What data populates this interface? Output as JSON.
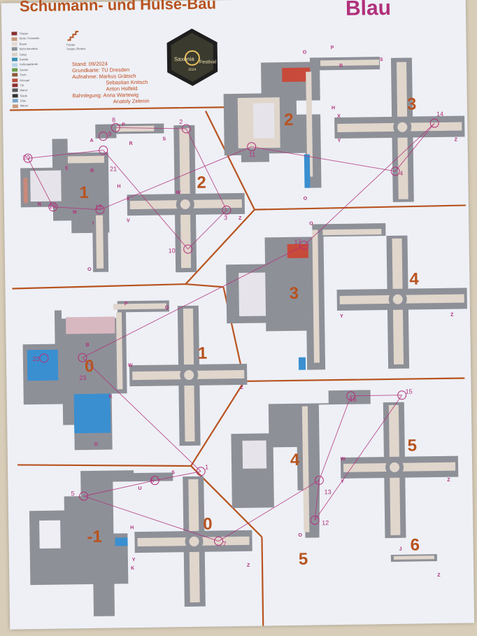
{
  "header": {
    "title": "Schumann- und Hülse-Bau",
    "course": "Blau"
  },
  "legend": {
    "items": [
      {
        "label": "Treppe",
        "color": "#8a2f2f"
      },
      {
        "label": "Stufe / Schwelle",
        "color": "#c89a7a"
      },
      {
        "label": "Raum",
        "color": "#e6d9cf"
      },
      {
        "label": "Nicht betretbar",
        "color": "#8e9098"
      },
      {
        "label": "Gang",
        "color": "#d9cfc5"
      },
      {
        "label": "Sanitär",
        "color": "#3a8fb0"
      },
      {
        "label": "Außengelände",
        "color": "#b9d4ea"
      },
      {
        "label": "Garten",
        "color": "#6a9e4a"
      },
      {
        "label": "Tisch",
        "color": "#8a5a3a"
      },
      {
        "label": "Hörsaal",
        "color": "#b84a3a"
      },
      {
        "label": "Tür",
        "color": "#8a2f2f"
      },
      {
        "label": "Wand",
        "color": "#555555"
      },
      {
        "label": "Säule",
        "color": "#333333"
      },
      {
        "label": "Glas",
        "color": "#7aa4c8"
      },
      {
        "label": "Mauer",
        "color": "#c89a7a"
      }
    ],
    "stair_symbols": [
      "Treppe",
      "Treppe (Stufen)"
    ]
  },
  "credits": {
    "stand": "Stand: 09/2024",
    "grundkarte": "Grundkarte: TU Dresden",
    "aufnahme1": "Aufnahme: Markus Grätsch",
    "aufnahme2": "Sebastian Knitsch",
    "aufnahme3": "Anton Holfeld",
    "bahnlegung1": "Bahnlegung: Anna Wartewig",
    "bahnlegung2": "Anatoly Zelenin"
  },
  "logo": {
    "text_top": "Saxonia",
    "text_bottom": "Festival",
    "year": "2024"
  },
  "colors": {
    "paper": "#eef0f6",
    "building": "#8e9098",
    "corridor": "#e0d6cc",
    "border": "#b8531f",
    "course": "#b1307a",
    "water": "#3a8fd0",
    "floor_number": "#b8531f"
  },
  "floors": [
    {
      "id": "section-left-1",
      "left_number": "1",
      "right_number": "2"
    },
    {
      "id": "section-right-2",
      "left_number": "2",
      "right_number": "3"
    },
    {
      "id": "section-right-3",
      "left_number": "3",
      "right_number": "4"
    },
    {
      "id": "section-left-0",
      "left_number": "0",
      "right_number": "1"
    },
    {
      "id": "section-right-4",
      "left_number": "4",
      "right_number": "5"
    },
    {
      "id": "section-left-m1",
      "left_number": "-1",
      "right_number": "0"
    },
    {
      "id": "section-bottom",
      "left_number": "5",
      "right_number": "6"
    }
  ],
  "controls": [
    {
      "n": "1"
    },
    {
      "n": "2"
    },
    {
      "n": "3"
    },
    {
      "n": "4"
    },
    {
      "n": "5"
    },
    {
      "n": "6"
    },
    {
      "n": "7"
    },
    {
      "n": "8"
    },
    {
      "n": "9"
    },
    {
      "n": "10"
    },
    {
      "n": "11"
    },
    {
      "n": "12"
    },
    {
      "n": "13"
    },
    {
      "n": "14"
    },
    {
      "n": "15"
    },
    {
      "n": "16"
    },
    {
      "n": "17"
    },
    {
      "n": "18"
    },
    {
      "n": "19"
    },
    {
      "n": "20"
    },
    {
      "n": "21"
    },
    {
      "n": "22"
    },
    {
      "n": "23"
    }
  ],
  "letters": [
    "A",
    "B",
    "E",
    "G",
    "H",
    "I",
    "K",
    "L",
    "M",
    "N",
    "O",
    "P",
    "Q",
    "R",
    "S",
    "U",
    "V",
    "W",
    "X",
    "Y",
    "Z",
    "J"
  ]
}
